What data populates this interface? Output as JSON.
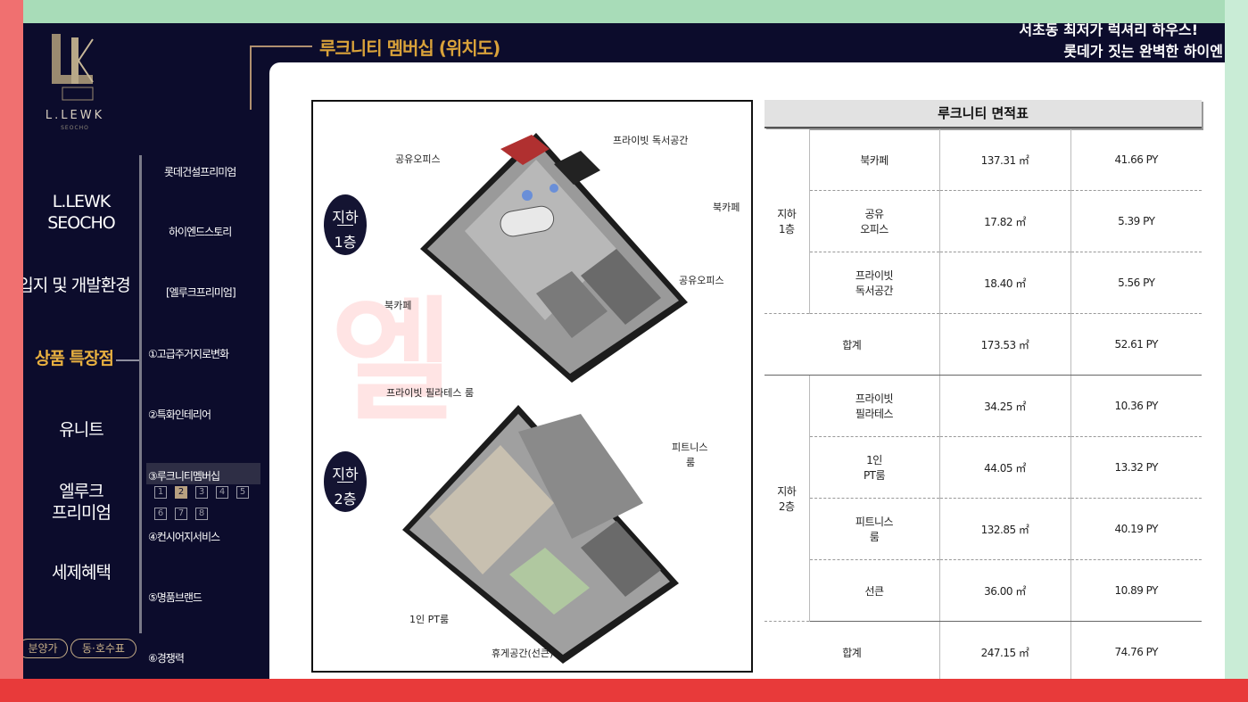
{
  "header": {
    "page_title": "루크니티 멤버십 (위치도)",
    "slogan_line1": "서초동 최저가 럭셔리 하우스!",
    "slogan_line2": "롯데가 짓는 완벽한 하이엔"
  },
  "logo": {
    "name": "L.LEWK",
    "sub": "SEOCHO"
  },
  "main_nav": [
    {
      "label_line1": "L.LEWK",
      "label_line2": "SEOCHO"
    },
    {
      "label_line1": "입지 및 개발환경",
      "label_line2": ""
    },
    {
      "label_line1": "상품 특장점",
      "label_line2": ""
    },
    {
      "label_line1": "유니트",
      "label_line2": ""
    },
    {
      "label_line1": "엘루크",
      "label_line2": "프리미엄"
    },
    {
      "label_line1": "세제혜택",
      "label_line2": ""
    }
  ],
  "sub_nav": [
    "롯데건설프리미엄",
    "하이엔드스토리",
    "[엘루크프리미엄]",
    "①고급주거지로변화",
    "②특화인테리어",
    "③루크니티멤버십",
    "④컨시어지서비스",
    "⑤명품브랜드",
    "⑥경쟁력"
  ],
  "page_numbers": [
    "1",
    "2",
    "3",
    "4",
    "5",
    "6",
    "7",
    "8"
  ],
  "active_page": "2",
  "bottom_buttons": {
    "price": "분양가",
    "unit_table": "동·호수표"
  },
  "floors": {
    "b1": {
      "badge_line1": "지하",
      "badge_line2": "1층",
      "labels": [
        "프라이빗 독서공간",
        "공유오피스",
        "북카페",
        "북카페",
        "공유오피스"
      ]
    },
    "b2": {
      "badge_line1": "지하",
      "badge_line2": "2층",
      "labels": [
        "프라이빗 필라테스 룸",
        "피트니스",
        "룸",
        "1인 PT룸",
        "휴게공간(선큰)"
      ]
    }
  },
  "watermark": "엘루크서초",
  "table": {
    "title": "루크니티 면적표",
    "b1_floor_line1": "지하",
    "b1_floor_line2": "1층",
    "b2_floor_line1": "지하",
    "b2_floor_line2": "2층",
    "b1_rows": [
      {
        "name1": "북카페",
        "name2": "",
        "m2": "137.31 ㎡",
        "py": "41.66 PY"
      },
      {
        "name1": "공유",
        "name2": "오피스",
        "m2": "17.82 ㎡",
        "py": "5.39 PY"
      },
      {
        "name1": "프라이빗",
        "name2": "독서공간",
        "m2": "18.40 ㎡",
        "py": "5.56 PY"
      }
    ],
    "b1_total": {
      "label": "합계",
      "m2": "173.53 ㎡",
      "py": "52.61 PY"
    },
    "b2_rows": [
      {
        "name1": "프라이빗",
        "name2": "필라테스",
        "m2": "34.25 ㎡",
        "py": "10.36 PY"
      },
      {
        "name1": "1인",
        "name2": "PT룸",
        "m2": "44.05  ㎡",
        "py": "13.32 PY"
      },
      {
        "name1": "피트니스",
        "name2": "룸",
        "m2": "132.85 ㎡",
        "py": "40.19 PY"
      },
      {
        "name1": "선큰",
        "name2": "",
        "m2": "36.00 ㎡",
        "py": "10.89 PY"
      }
    ],
    "b2_total": {
      "label": "합계",
      "m2": "247.15 ㎡",
      "py": "74.76 PY"
    }
  },
  "colors": {
    "nav_bg": "#0c0c2c",
    "accent_gold": "#e8b040",
    "frame_green": "#a8dcb8",
    "frame_red": "#e83a3a"
  }
}
